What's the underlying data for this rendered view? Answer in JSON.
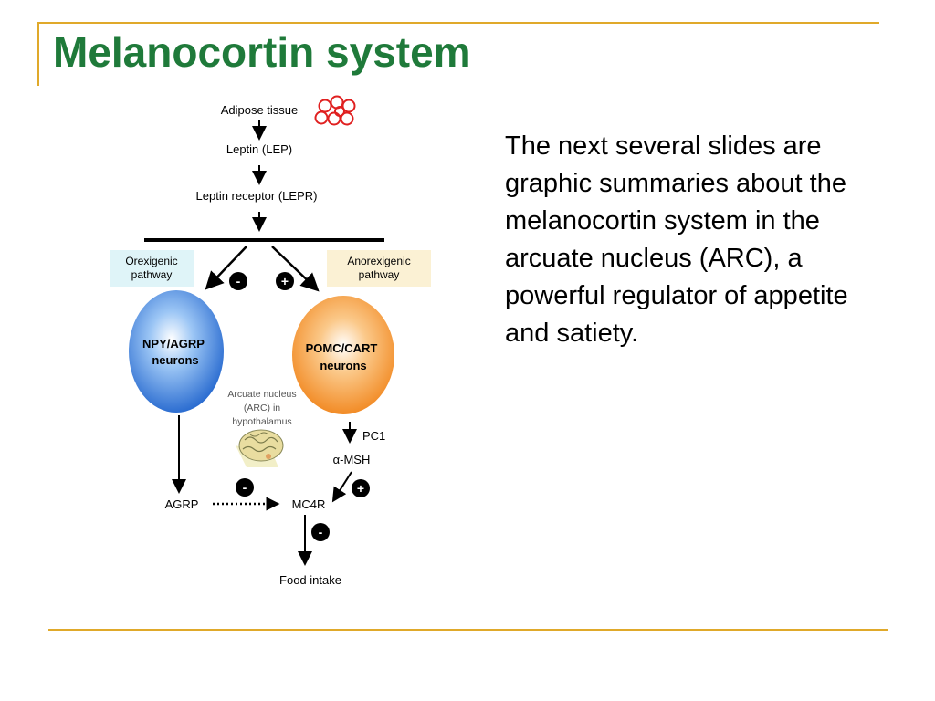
{
  "title": "Melanocortin system",
  "body_text": "The next several slides are graphic summaries about the melanocortin system in the arcuate nucleus (ARC), a powerful regulator of appetite and satiety.",
  "diagram": {
    "adipose_tissue": "Adipose tissue",
    "leptin": "Leptin (LEP)",
    "leptin_receptor": "Leptin receptor (LEPR)",
    "orexigenic_line1": "Orexigenic",
    "orexigenic_line2": "pathway",
    "anorexigenic_line1": "Anorexigenic",
    "anorexigenic_line2": "pathway",
    "minus_sign": "-",
    "plus_sign": "+",
    "npy_line1": "NPY/AGRP",
    "npy_line2": "neurons",
    "pomc_line1": "POMC/CART",
    "pomc_line2": "neurons",
    "arc_line1": "Arcuate nucleus",
    "arc_line2": "(ARC) in",
    "arc_line3": "hypothalamus",
    "pc1": "PC1",
    "alpha_msh": "α-MSH",
    "agrp": "AGRP",
    "mc4r": "MC4R",
    "food_intake": "Food intake"
  },
  "colors": {
    "title": "#1f7a3a",
    "rule": "#e0a92a",
    "adipose": "#e02020",
    "orexigenic_box": "#dff4f8",
    "anorexigenic_box": "#fbf1d4",
    "npy_neuron": "#2e78e0",
    "pomc_neuron": "#f5902a"
  }
}
